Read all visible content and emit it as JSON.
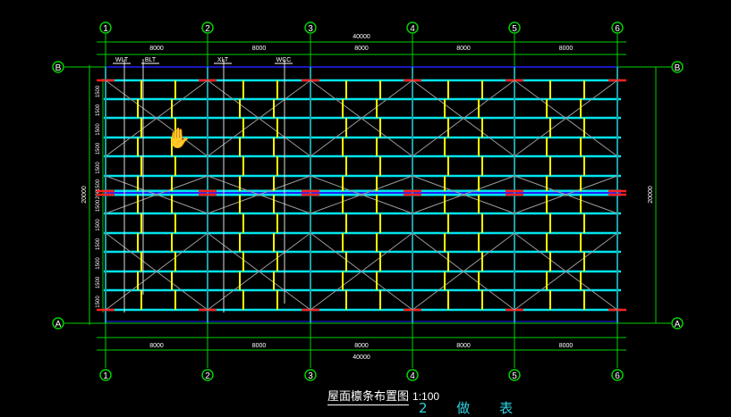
{
  "drawing": {
    "title": "屋面檩条布置图",
    "scale": "1:100",
    "cut_text": "2 做 表",
    "column_axes": [
      "1",
      "2",
      "3",
      "4",
      "5",
      "6"
    ],
    "row_axes": [
      "B",
      "A"
    ],
    "top_spans": [
      "8000",
      "8000",
      "8000",
      "8000",
      "8000"
    ],
    "top_total": "40000",
    "bottom_spans": [
      "8000",
      "8000",
      "8000",
      "8000",
      "8000"
    ],
    "bottom_total": "40000",
    "left_spacings": [
      "1500",
      "1500",
      "1500",
      "1500",
      "1500",
      "1500",
      "200",
      "1500",
      "1500",
      "1500",
      "1500",
      "1500",
      "1500"
    ],
    "left_total": "20000",
    "right_total": "20000",
    "member_labels": [
      "WLT",
      "BLT",
      "XLT",
      "WCC"
    ]
  },
  "colors": {
    "grid": "#00d000",
    "purlin": "#00e5ee",
    "tie": "#ffff00",
    "brace": "#9a9a9a",
    "column": "#ff2020",
    "ridge": "#2020ff",
    "text": "#ffffff"
  }
}
